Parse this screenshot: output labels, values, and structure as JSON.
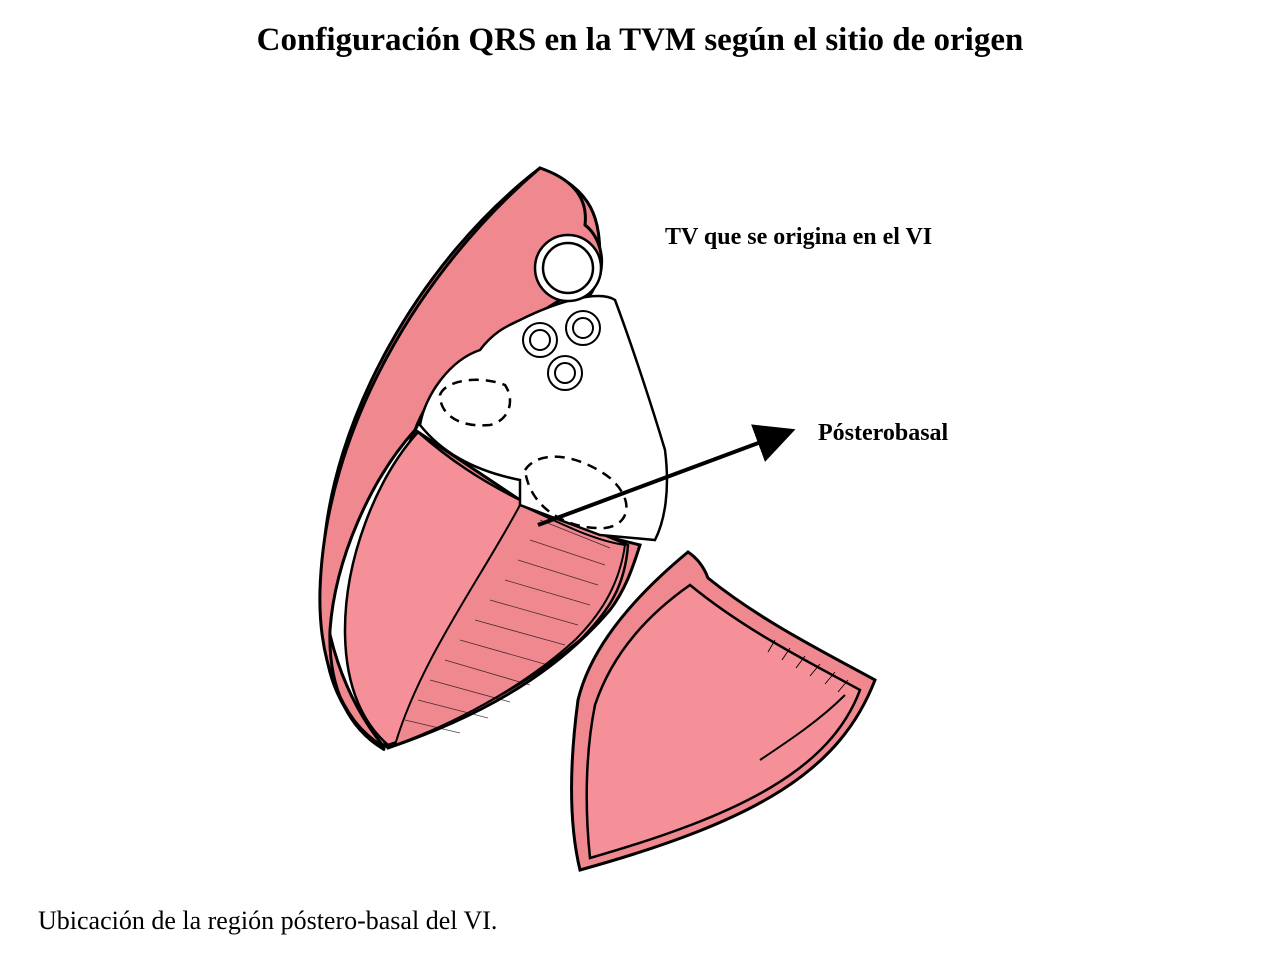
{
  "title": "Configuración QRS en la TVM según el sitio de origen",
  "labels": {
    "tv_origin": "TV que se origina en el VI",
    "posterobasal": "Pósterobasal"
  },
  "caption": "Ubicación de la región póstero-basal del VI.",
  "colors": {
    "myocardium": "#f08890",
    "cavity": "#f59098",
    "outline": "#000000",
    "background": "#ffffff"
  }
}
